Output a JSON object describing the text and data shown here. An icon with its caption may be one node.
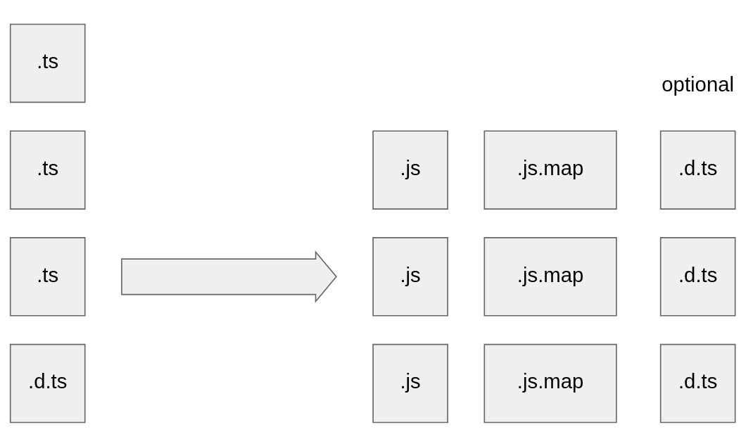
{
  "diagram": {
    "nodes": [
      {
        "text": [
          ".ts"
        ]
      },
      {
        "text": [
          ".ts"
        ]
      },
      {
        "text": [
          ".ts"
        ]
      },
      {
        "text": [
          ".d.ts"
        ]
      },
      {
        "text": [],
        "shape": "arrow"
      },
      {
        "text": [
          ".js"
        ]
      },
      {
        "text": [
          ".js.map"
        ]
      },
      {
        "text": [
          ".d.ts"
        ]
      },
      {
        "text": [
          ".js"
        ]
      },
      {
        "text": [
          ".js.map"
        ]
      },
      {
        "text": [
          ".d.ts"
        ]
      },
      {
        "text": [
          ".js"
        ]
      },
      {
        "text": [
          ".js.map"
        ]
      },
      {
        "text": [
          ".d.ts"
        ]
      }
    ],
    "labels": [
      "optional"
    ]
  }
}
